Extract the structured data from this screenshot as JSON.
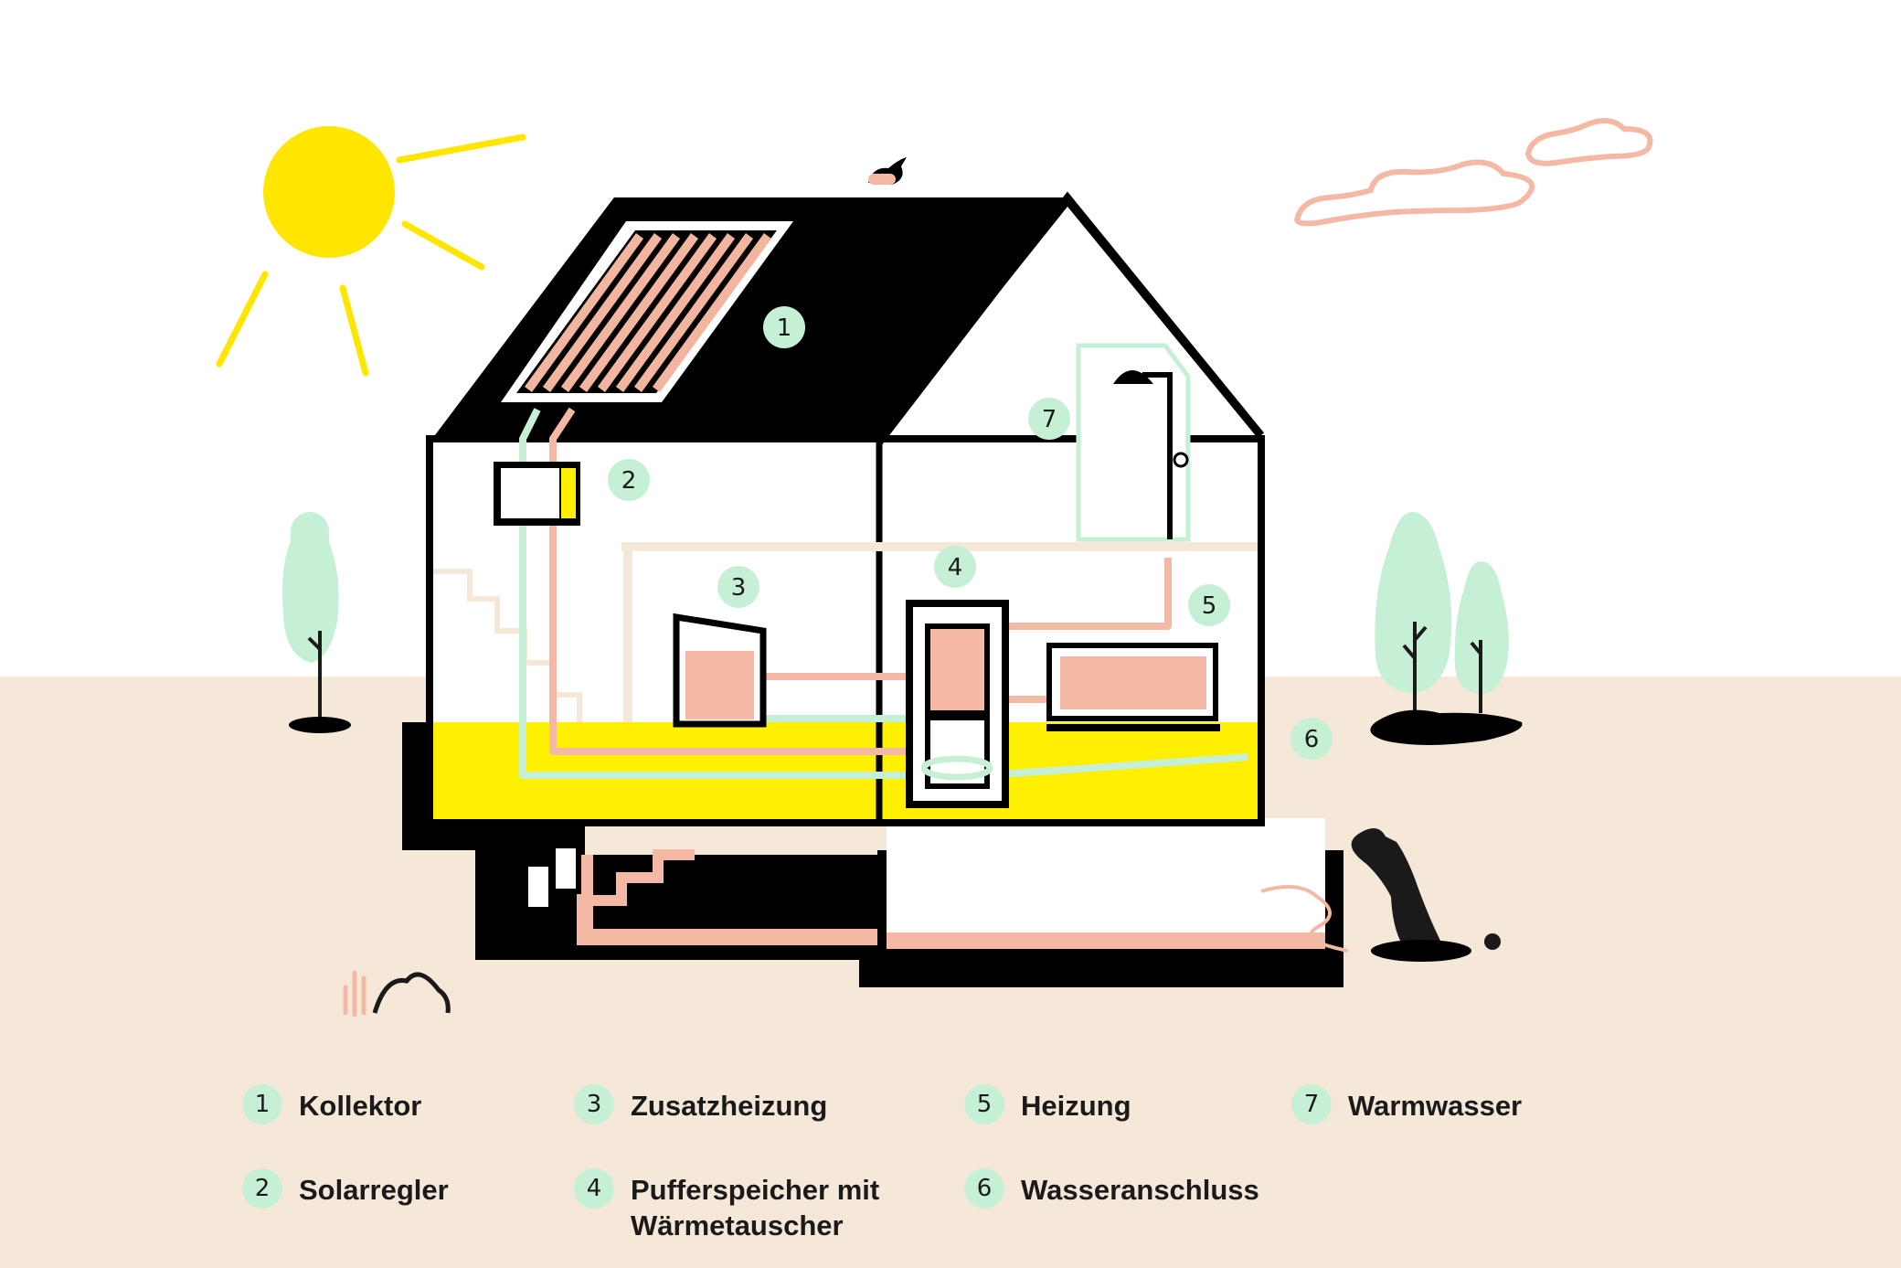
{
  "colors": {
    "sky": "#ffffff",
    "ground": "#f5e8d8",
    "roof": "#000000",
    "collector": "#f2b5a0",
    "hot_pipe": "#f4b9a4",
    "cold_pipe": "#c6f0d6",
    "sun": "#ffe600",
    "basement_fill": "#ffef00",
    "tree": "#c6f0d6",
    "cloud_outline": "#f4b9a4",
    "badge": "#c6f0d6",
    "text": "#1a1a1a"
  },
  "markers": [
    {
      "num": "1",
      "icon": "collector-marker"
    },
    {
      "num": "2",
      "icon": "solar-controller-marker"
    },
    {
      "num": "3",
      "icon": "auxiliary-heater-marker"
    },
    {
      "num": "4",
      "icon": "buffer-tank-marker"
    },
    {
      "num": "5",
      "icon": "heating-marker"
    },
    {
      "num": "6",
      "icon": "water-connection-marker"
    },
    {
      "num": "7",
      "icon": "hot-water-marker"
    }
  ],
  "legend": [
    {
      "num": "1",
      "label": "Kollektor"
    },
    {
      "num": "2",
      "label": "Solarregler"
    },
    {
      "num": "3",
      "label": "Zusatzheizung"
    },
    {
      "num": "4",
      "label": "Pufferspeicher mit\nWärmetauscher"
    },
    {
      "num": "5",
      "label": "Heizung"
    },
    {
      "num": "6",
      "label": "Wasseranschluss"
    },
    {
      "num": "7",
      "label": "Warmwasser"
    }
  ]
}
